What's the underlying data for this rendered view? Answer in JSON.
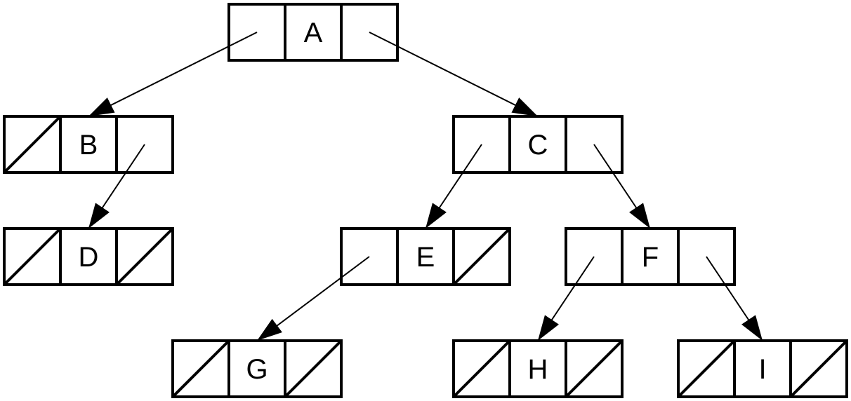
{
  "nodes": [
    {
      "id": "A",
      "label": "A",
      "left_null": false,
      "right_null": false
    },
    {
      "id": "B",
      "label": "B",
      "left_null": true,
      "right_null": false
    },
    {
      "id": "C",
      "label": "C",
      "left_null": false,
      "right_null": false
    },
    {
      "id": "D",
      "label": "D",
      "left_null": true,
      "right_null": true
    },
    {
      "id": "E",
      "label": "E",
      "left_null": false,
      "right_null": true
    },
    {
      "id": "F",
      "label": "F",
      "left_null": false,
      "right_null": false
    },
    {
      "id": "G",
      "label": "G",
      "left_null": true,
      "right_null": true
    },
    {
      "id": "H",
      "label": "H",
      "left_null": true,
      "right_null": true
    },
    {
      "id": "I",
      "label": "I",
      "left_null": true,
      "right_null": true
    }
  ],
  "edges": [
    {
      "from": "A",
      "side": "left",
      "to": "B"
    },
    {
      "from": "A",
      "side": "right",
      "to": "C"
    },
    {
      "from": "B",
      "side": "right",
      "to": "D"
    },
    {
      "from": "C",
      "side": "left",
      "to": "E"
    },
    {
      "from": "C",
      "side": "right",
      "to": "F"
    },
    {
      "from": "E",
      "side": "left",
      "to": "G"
    },
    {
      "from": "F",
      "side": "left",
      "to": "H"
    },
    {
      "from": "F",
      "side": "right",
      "to": "I"
    }
  ],
  "colors": {
    "stroke": "#000000",
    "background": "#ffffff"
  }
}
